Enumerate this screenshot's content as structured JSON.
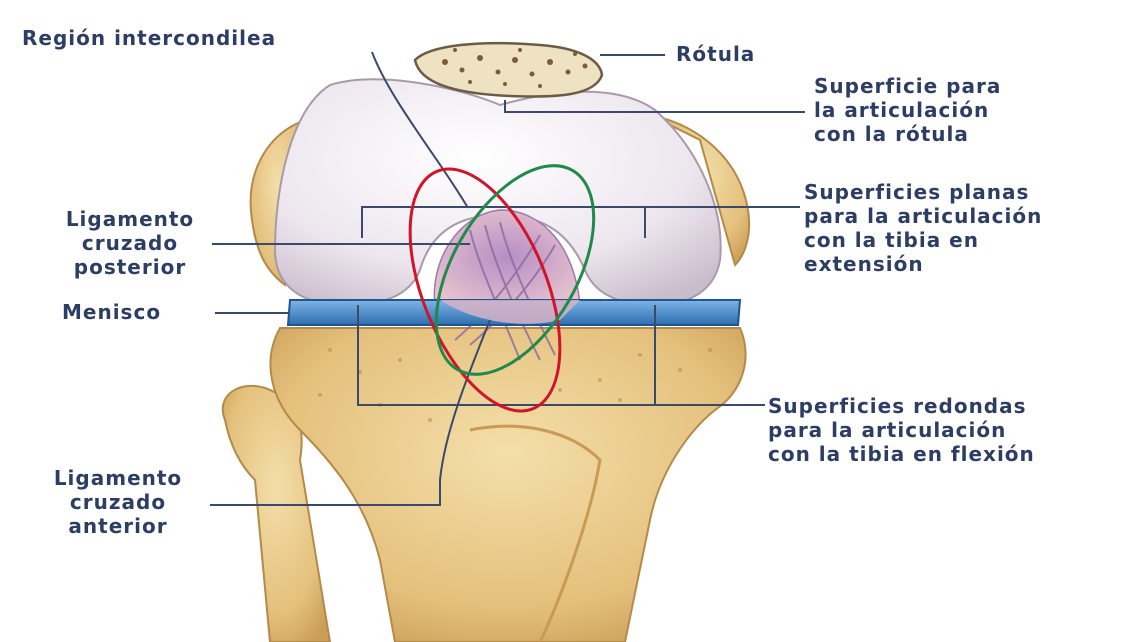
{
  "labels": {
    "region_intercondilea": "Región intercondilea",
    "rotula": "Rótula",
    "superficie_rotula": [
      "Superficie para",
      "la articulación",
      "con la rótula"
    ],
    "superficies_planas": [
      "Superficies planas",
      "para la articulación",
      "con la tibia en",
      "extensión"
    ],
    "ligamento_posterior": [
      "Ligamento",
      "cruzado",
      "posterior"
    ],
    "menisco": "Menisco",
    "superficies_redondas": [
      "Superficies redondas",
      "para la articulación",
      "con la tibia en flexión"
    ],
    "ligamento_anterior": [
      "Ligamento",
      "cruzado",
      "anterior"
    ]
  },
  "colors": {
    "label_text": "#2c3e63",
    "leader_line": "#3b4a6b",
    "bone": "#e8c98a",
    "femur_cartilage": "#ede6ee",
    "meniscus": "#3f86c8",
    "ellipse_red": "#d0152b",
    "ellipse_green": "#1f8a4a"
  }
}
